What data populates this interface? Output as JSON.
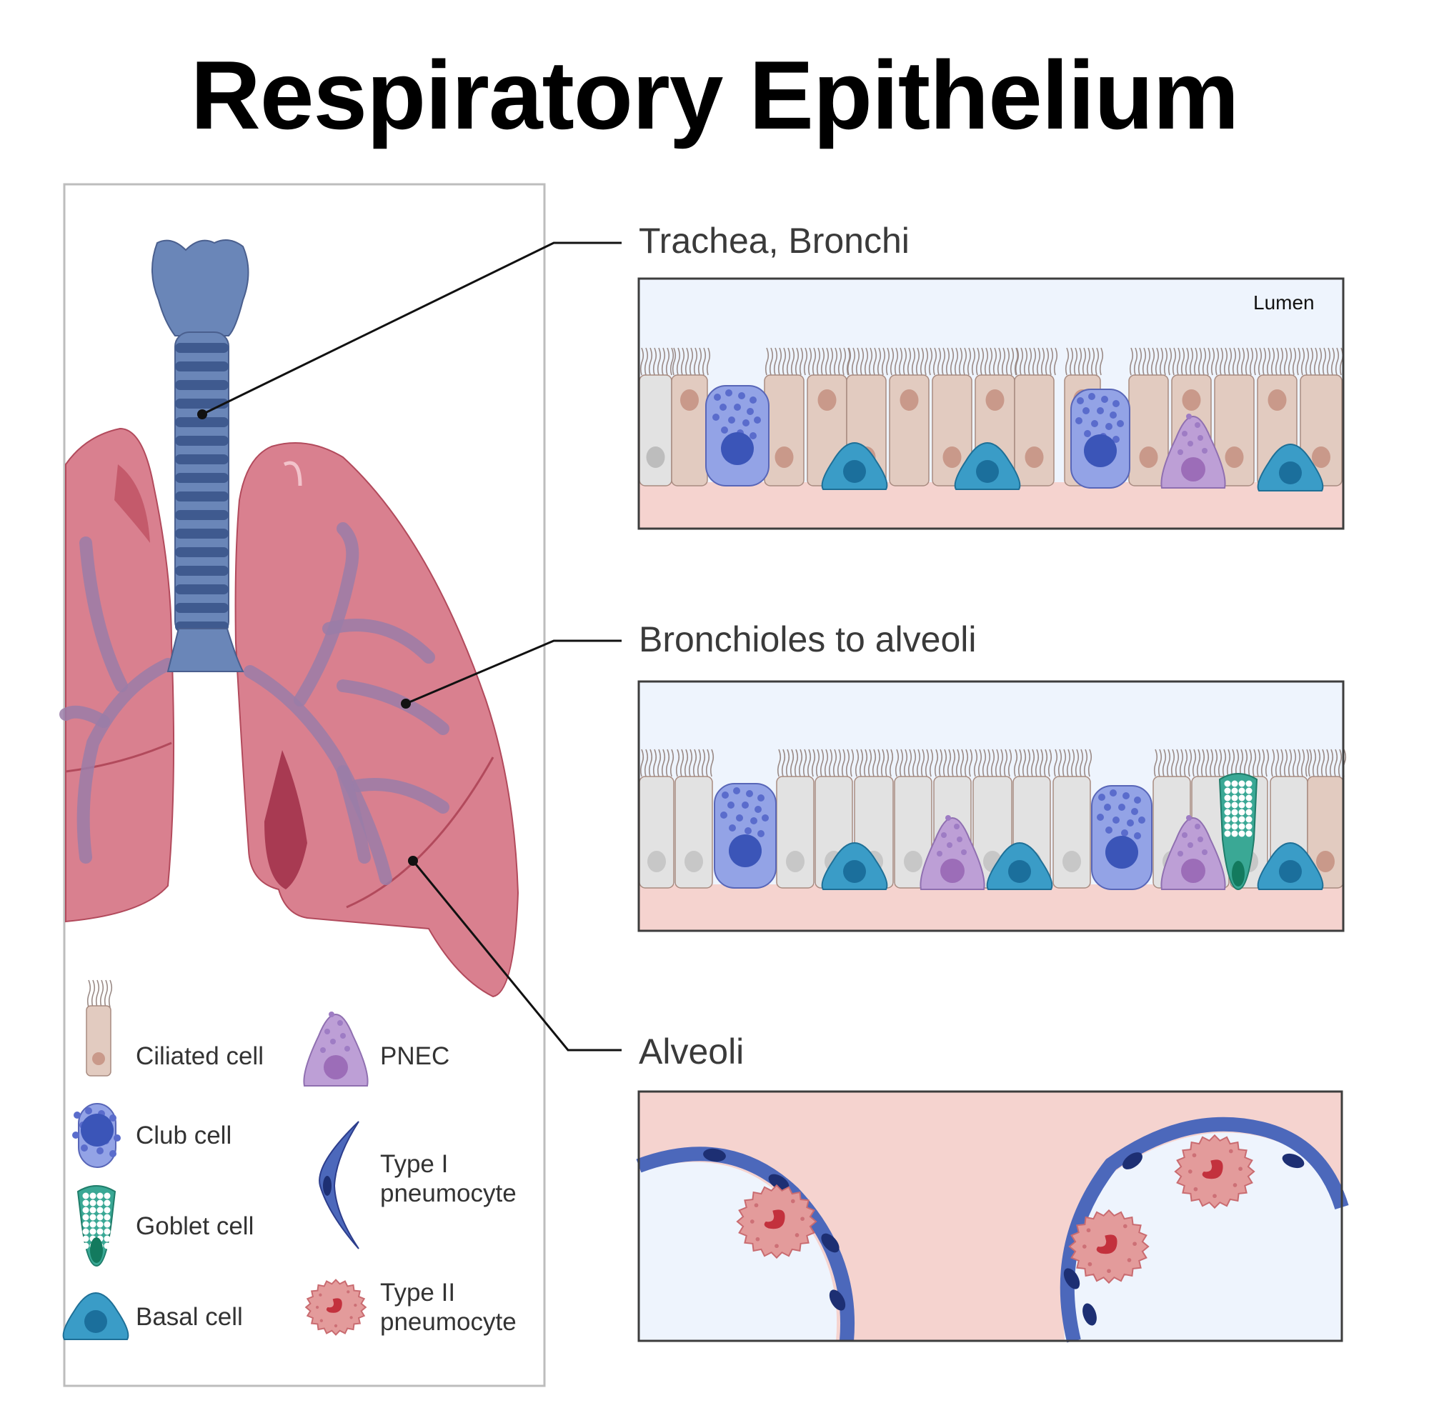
{
  "title": "Respiratory Epithelium",
  "sections": {
    "trachea": "Trachea, Bronchi",
    "bronchioles": "Bronchioles to alveoli",
    "alveoli": "Alveoli"
  },
  "lumen_label": "Lumen",
  "legend": {
    "ciliated": "Ciliated cell",
    "club": "Club cell",
    "goblet": "Goblet cell",
    "basal": "Basal cell",
    "pnec": "PNEC",
    "type1": "Type I\npneumocyte",
    "type2": "Type II\npneumocyte"
  },
  "colors": {
    "lung": "#d9808f",
    "trachea": "#6a86b8",
    "bronchi": "#9a7ca8",
    "ciliated": "#e2cbc0",
    "bronchiolar_cell": "#e2e2e2",
    "club": "#93a3e6",
    "club_nucleus": "#3b55b8",
    "basal": "#3a9cc7",
    "pnec": "#bd9fd6",
    "goblet": "#3aa895",
    "type1": "#4c68bb",
    "type2": "#e39b9b",
    "lumen_bg": "#eef4fd",
    "tissue_bg": "#f5d3cf"
  }
}
